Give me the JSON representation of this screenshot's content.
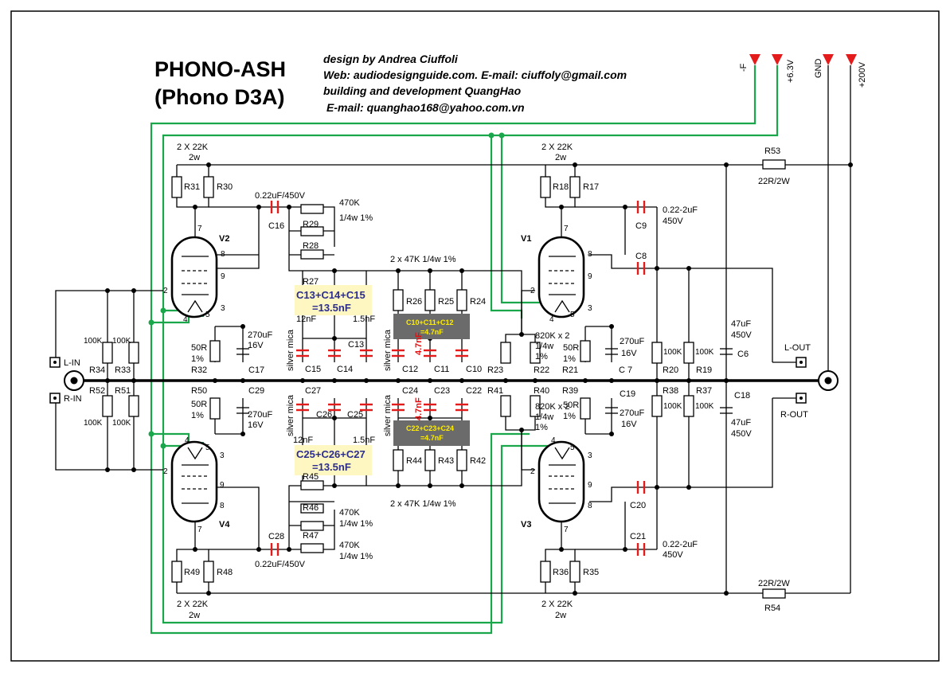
{
  "header": {
    "title_line1": "PHONO-ASH",
    "title_line2": "(Phono D3A)",
    "credit_line1": "design by Andrea Ciuffoli",
    "credit_line2": "Web: audiodesignguide.com. E-mail: ciuffoly@gmail.com",
    "credit_line3": "building and development QuangHao",
    "credit_line4": "E-mail: quanghao168@yahoo.com.vn"
  },
  "supplies": [
    {
      "name": "-F",
      "color": "#e41b1b"
    },
    {
      "name": "+6.3V",
      "color": "#e41b1b"
    },
    {
      "name": "GND",
      "color": "#e41b1b"
    },
    {
      "name": "+200V",
      "color": "#e41b1b"
    }
  ],
  "io": {
    "l_in": "L-IN",
    "r_in": "R-IN",
    "l_out": "L-OUT",
    "r_out": "R-OUT"
  },
  "tubes": {
    "V1": {
      "name": "V1",
      "pins": [
        "7",
        "8",
        "9",
        "2",
        "4",
        "5",
        "3"
      ]
    },
    "V2": {
      "name": "V2",
      "pins": [
        "7",
        "8",
        "9",
        "2",
        "4",
        "5",
        "3"
      ]
    },
    "V3": {
      "name": "V3",
      "pins": [
        "8",
        "9",
        "2",
        "4",
        "5",
        "3",
        "7"
      ]
    },
    "V4": {
      "name": "V4",
      "pins": [
        "4",
        "5",
        "3",
        "2",
        "9",
        "8",
        "7"
      ]
    }
  },
  "resistors": {
    "R17": "R17",
    "R18": "R18",
    "R19": "R19",
    "R20": "R20",
    "R21": "R21",
    "R22": "R22",
    "R23": "R23",
    "R24": "R24",
    "R25": "R25",
    "R26": "R26",
    "R27": "R27",
    "R28": "R28",
    "R29": "R29",
    "R30": "R30",
    "R31": "R31",
    "R32": "R32",
    "R33": "R33",
    "R34": "R34",
    "R35": "R35",
    "R36": "R36",
    "R37": "R37",
    "R38": "R38",
    "R39": "R39",
    "R40": "R40",
    "R41": "R41",
    "R42": "R42",
    "R43": "R43",
    "R44": "R44",
    "R45": "R45",
    "R46": "R46",
    "R47": "R47",
    "R48": "R48",
    "R49": "R49",
    "R50": "R50",
    "R51": "R51",
    "R52": "R52",
    "R53": "R53",
    "R54": "R54"
  },
  "capacitors": {
    "C6": "C6",
    "C7": "C 7",
    "C8": "C8",
    "C9": "C9",
    "C10": "C10",
    "C11": "C11",
    "C12": "C12",
    "C13": "C13",
    "C14": "C14",
    "C15": "C15",
    "C16": "C16",
    "C17": "C17",
    "C18": "C18",
    "C19": "C19",
    "C20": "C20",
    "C21": "C21",
    "C22": "C22",
    "C23": "C23",
    "C24": "C24",
    "C25": "C25",
    "C26": "C26",
    "C27": "C27",
    "C28": "C28",
    "C29": "C29"
  },
  "values": {
    "v_2x22k": "2 X 22K",
    "v_2w": "2w",
    "v_022_450": "0.22uF/450V",
    "v_470k": "470K",
    "v_14w1": "1/4w 1%",
    "v_2x47k": "2 x 47K 1/4w 1%",
    "v_022_2": "0.22-2uF",
    "v_450v": "450V",
    "v_22r2w": "22R/2W",
    "v_100k": "100K",
    "v_50r": "50R",
    "v_1pct": "1%",
    "v_270uf": "270uF",
    "v_16v": "16V",
    "v_12nf": "12nF",
    "v_15nf": "1.5nF",
    "v_silver_mica": "silver mica",
    "v_820k": "820K x 2",
    "v_14w": "1/4w",
    "v_47uf": "47uF",
    "v_47nf": "4.7nF"
  },
  "sums": {
    "top_blue_1": "C13+C14+C15",
    "top_blue_2": "=13.5nF",
    "bot_blue_1": "C25+C26+C27",
    "bot_blue_2": "=13.5nF",
    "top_yel_1": "C10+C11+C12",
    "top_yel_2": "=4.7nF",
    "bot_yel_1": "C22+C23+C24",
    "bot_yel_2": "=4.7nF"
  },
  "colors": {
    "wire": "#000000",
    "heater": "#1aa64a",
    "capacitor": "#e41b1b",
    "sum_highlight": "#fff7c2",
    "sum_box": "#6b6b6b"
  }
}
